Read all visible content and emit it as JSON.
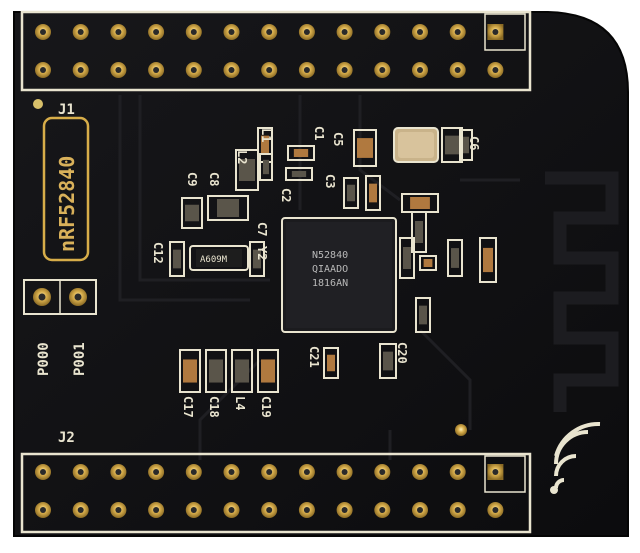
{
  "board": {
    "product_label": "nRF52840",
    "header_top": "J1",
    "header_bottom": "J2",
    "pads_left_a": "P000",
    "pads_left_b": "P001",
    "chip_marking": [
      "N52840",
      "QIAADO",
      "1816AN"
    ],
    "crystal_marking": "A609M",
    "components": [
      "L1",
      "L2",
      "C1",
      "C5",
      "C6",
      "C3",
      "C2",
      "C7",
      "C8",
      "C9",
      "C12",
      "Y2",
      "C20",
      "C21",
      "C17",
      "C18",
      "L4",
      "C19"
    ]
  },
  "colors": {
    "pcb": "#111113",
    "silkscreen": "#e9e4cf",
    "gold": "#d7ad49",
    "logo": "#d9b15a"
  },
  "icons": [
    "pin-header-top",
    "pin-header-bottom",
    "antenna-trace",
    "wifi-symbol-icon",
    "mcu-chip",
    "crystal-oscillator"
  ]
}
